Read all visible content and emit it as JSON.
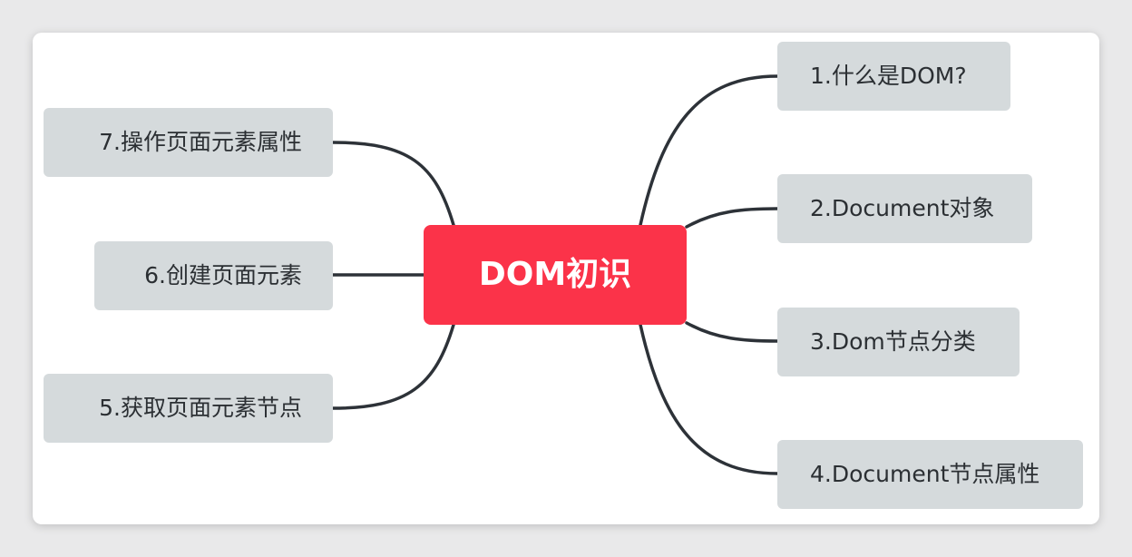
{
  "mindmap": {
    "center": {
      "label": "DOM初识",
      "color": "#fb3349"
    },
    "branch_color": "#2d3238",
    "node_color": "#d5dadc",
    "right_nodes": [
      {
        "label": "1.什么是DOM?"
      },
      {
        "label": "2.Document对象"
      },
      {
        "label": "3.Dom节点分类"
      },
      {
        "label": "4.Document节点属性"
      }
    ],
    "left_nodes": [
      {
        "label": "7.操作页面元素属性"
      },
      {
        "label": "6.创建页面元素"
      },
      {
        "label": "5.获取页面元素节点"
      }
    ]
  }
}
